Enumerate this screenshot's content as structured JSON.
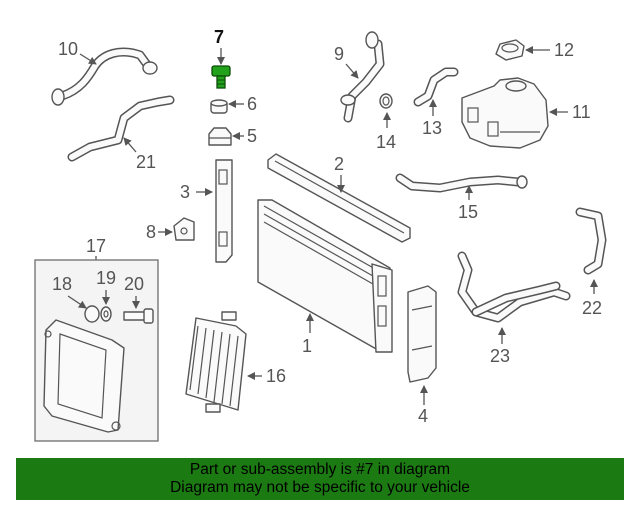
{
  "callouts": {
    "c1": "1",
    "c2": "2",
    "c3": "3",
    "c4": "4",
    "c5": "5",
    "c6": "6",
    "c7": "7",
    "c8": "8",
    "c9": "9",
    "c10": "10",
    "c11": "11",
    "c12": "12",
    "c13": "13",
    "c14": "14",
    "c15": "15",
    "c16": "16",
    "c17": "17",
    "c18": "18",
    "c19": "19",
    "c20": "20",
    "c21": "21",
    "c22": "22",
    "c23": "23"
  },
  "highlighted_part": "7",
  "highlight_color": "#22a11a",
  "banner": {
    "line1": "Part or sub-assembly is #7 in diagram",
    "line2": "Diagram may not be specific to your vehicle",
    "background": "#1c7a12"
  }
}
